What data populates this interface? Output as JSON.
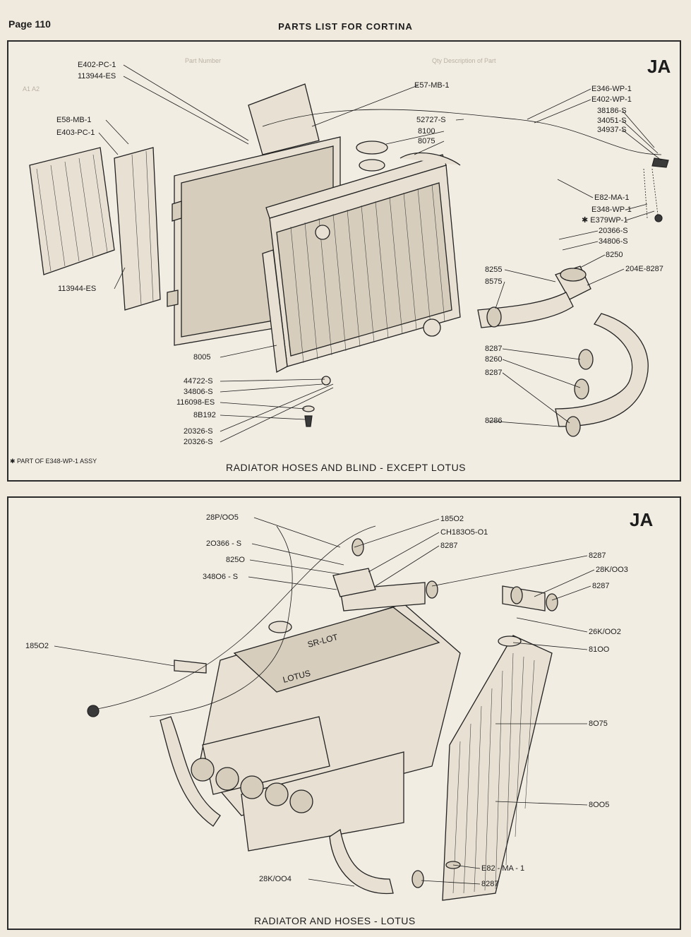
{
  "page": {
    "number": "Page 110",
    "title": "PARTS LIST FOR CORTINA"
  },
  "top_panel": {
    "badge": "JA",
    "caption": "RADIATOR HOSES AND BLIND - EXCEPT LOTUS",
    "footnote": "✱ PART OF E348-WP-1 ASSY",
    "labels": {
      "l1": "E402-PC-1",
      "l2": "113944-ES",
      "l3": "E57-MB-1",
      "l4": "E58-MB-1",
      "l5": "E403-PC-1",
      "l6": "52727-S",
      "l7": "8100",
      "l8": "8075",
      "l9": "E346-WP-1",
      "l10": "E402-WP-1",
      "l11": "38186-S",
      "l12": "34051-S",
      "l13": "34937-S",
      "l14": "E82-MA-1",
      "l15": "E348-WP-1",
      "l16": "✱ E379WP-1",
      "l17": "20366-S",
      "l18": "34806-S",
      "l19": "8250",
      "l20": "204E-8287",
      "l21": "8255",
      "l22": "8575",
      "l23": "113944-ES",
      "l24": "8287",
      "l25": "8260",
      "l26": "8287",
      "l27": "8005",
      "l28": "44722-S",
      "l29": "34806-S",
      "l30": "116098-ES",
      "l31": "8B192",
      "l32": "8286",
      "l33": "20326-S",
      "l34": "20326-S"
    }
  },
  "bottom_panel": {
    "badge": "JA",
    "caption": "RADIATOR AND HOSES - LOTUS",
    "labels": {
      "b1": "28P/OO5",
      "b2": "185O2",
      "b3": "CH183O5-O1",
      "b4": "8287",
      "b5": "2O366 - S",
      "b6": "825O",
      "b7": "348O6 - S",
      "b8": "8287",
      "b9": "28K/OO3",
      "b10": "8287",
      "b11": "26K/OO2",
      "b12": "185O2",
      "b13": "81OO",
      "b14": "8O75",
      "b15": "8OO5",
      "b16": "E82 - MA - 1",
      "b17": "28K/OO4",
      "b18": "8287",
      "engine_text_1": "SR-LOT",
      "engine_text_2": "LOTUS"
    }
  }
}
